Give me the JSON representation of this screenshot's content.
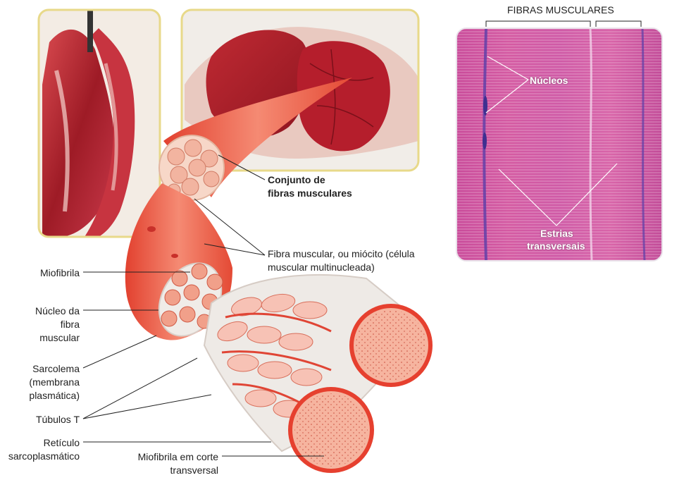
{
  "header": {
    "fibras_musculares": "FIBRAS MUSCULARES"
  },
  "micrograph": {
    "nucleos": "Núcleos",
    "estrias_line1": "Estrias",
    "estrias_line2": "transversais"
  },
  "labels": {
    "conjunto_line1": "Conjunto de",
    "conjunto_line2": "fibras musculares",
    "fibra_line1": "Fibra muscular, ou miócito (célula",
    "fibra_line2": "muscular multinucleada)",
    "miofibrila": "Miofibrila",
    "nucleo_line1": "Núcleo da",
    "nucleo_line2": "fibra",
    "nucleo_line3": "muscular",
    "sarcolema_line1": "Sarcolema",
    "sarcolema_line2": "(membrana",
    "sarcolema_line3": "plasmática)",
    "tubulos": "Túbulos T",
    "reticulo_line1": "Retículo",
    "reticulo_line2": "sarcoplasmático",
    "miofibrila_corte_line1": "Miofibrila em corte",
    "miofibrila_corte_line2": "transversal"
  },
  "colors": {
    "frame_yellow": "#e8d98a",
    "meat_red": "#b3202c",
    "fiber_red": "#e8503f",
    "fiber_pink": "#f6b3a0",
    "micro_pink": "#d35aa0",
    "micro_purple": "#7a4fb0"
  }
}
